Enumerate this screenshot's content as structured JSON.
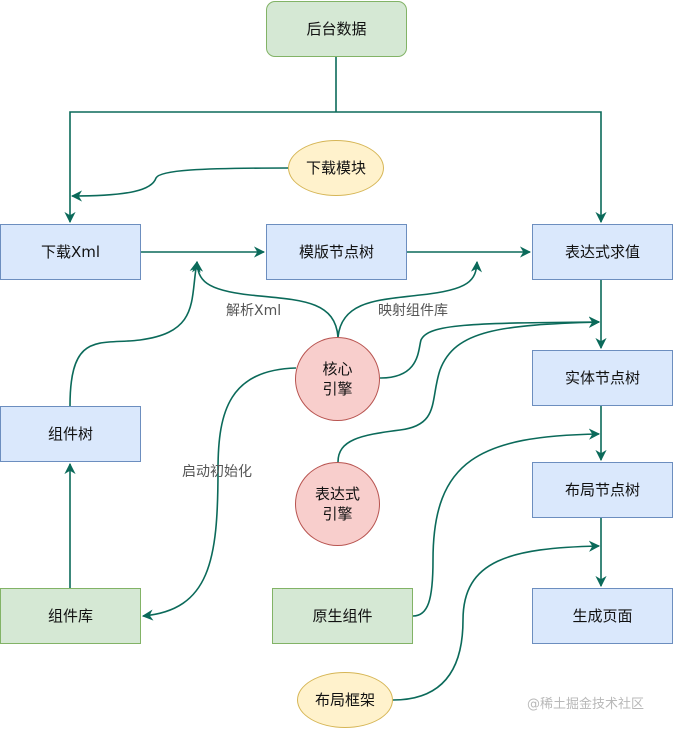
{
  "diagram": {
    "colors": {
      "edge": "#0b6a5a",
      "blue_fill": "#dae8fc",
      "green_fill": "#d5e8d4",
      "yellow_fill": "#fff2cc",
      "red_fill": "#f8cecc"
    },
    "nodes": {
      "backend_data": "后台数据",
      "download_module": "下载模块",
      "download_xml": "下载Xml",
      "template_node_tree": "模版节点树",
      "expression_eval": "表达式求值",
      "core_engine_line1": "核心",
      "core_engine_line2": "引擎",
      "entity_node_tree": "实体节点树",
      "component_tree": "组件树",
      "expr_engine_line1": "表达式",
      "expr_engine_line2": "引擎",
      "layout_node_tree": "布局节点树",
      "component_library": "组件库",
      "native_components": "原生组件",
      "generate_page": "生成页面",
      "layout_framework": "布局框架"
    },
    "edge_labels": {
      "parse_xml": "解析Xml",
      "map_component_library": "映射组件库",
      "startup_init": "启动初始化"
    },
    "edges": [
      {
        "from": "后台数据",
        "to": "下载Xml"
      },
      {
        "from": "后台数据",
        "to": "表达式求值"
      },
      {
        "from": "下载模块",
        "to": "下载Xml"
      },
      {
        "from": "下载Xml",
        "to": "模版节点树"
      },
      {
        "from": "模版节点树",
        "to": "表达式求值"
      },
      {
        "from": "组件树",
        "to": "下载Xml→模版节点树"
      },
      {
        "from": "核心引擎",
        "to": "下载Xml→模版节点树",
        "label": "解析Xml"
      },
      {
        "from": "核心引擎",
        "to": "模版节点树→表达式求值",
        "label": "映射组件库"
      },
      {
        "from": "核心引擎",
        "to": "组件库",
        "label": "启动初始化"
      },
      {
        "from": "核心引擎",
        "to": "表达式求值→实体节点树"
      },
      {
        "from": "表达式引擎",
        "to": "表达式求值→实体节点树"
      },
      {
        "from": "表达式求值",
        "to": "实体节点树"
      },
      {
        "from": "实体节点树",
        "to": "布局节点树"
      },
      {
        "from": "原生组件",
        "to": "实体节点树→布局节点树"
      },
      {
        "from": "布局节点树",
        "to": "生成页面"
      },
      {
        "from": "布局框架",
        "to": "布局节点树→生成页面"
      },
      {
        "from": "组件库",
        "to": "组件树"
      }
    ]
  },
  "watermark": "@稀土掘金技术社区"
}
